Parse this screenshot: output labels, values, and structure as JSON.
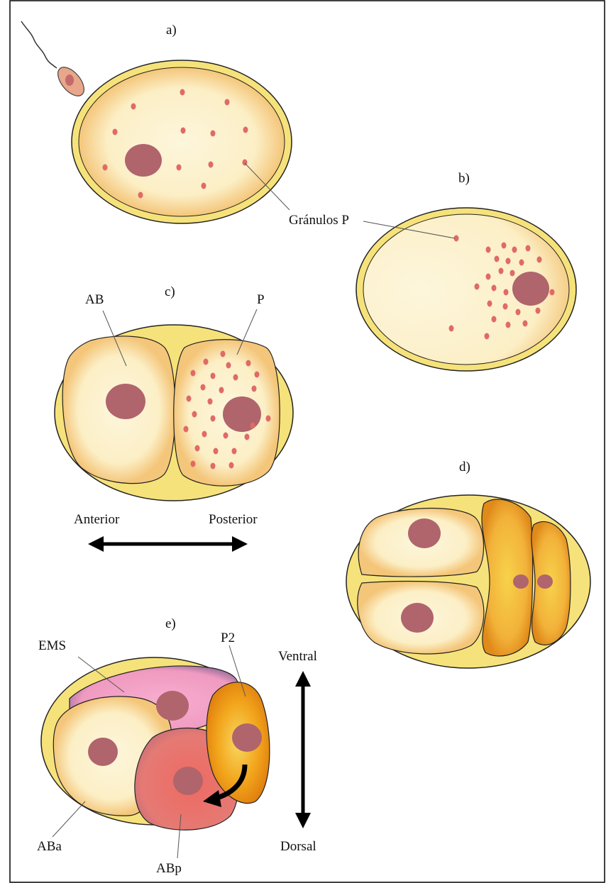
{
  "panels": {
    "a": {
      "label": "a)"
    },
    "b": {
      "label": "b)",
      "granules_label": "Gránulos P"
    },
    "c": {
      "label": "c)",
      "cell_left": "AB",
      "cell_right": "P",
      "axis_left": "Anterior",
      "axis_right": "Posterior"
    },
    "d": {
      "label": "d)"
    },
    "e": {
      "label": "e)",
      "cell_ems": "EMS",
      "cell_p2": "P2",
      "cell_aba": "ABa",
      "cell_abp": "ABp",
      "axis_top": "Ventral",
      "axis_bottom": "Dorsal"
    }
  },
  "colors": {
    "eggshell": "#f6e27a",
    "cytoplasm": "#fdf6dc",
    "cortex": "#f4c67a",
    "nucleus": "#b0646c",
    "granule": "#e06a66",
    "ems": "#f4a3c8",
    "ems_dark": "#9a6f9c",
    "abp": "#e86a6a",
    "p2": "#f2a51c",
    "arrow": "#000000"
  },
  "icons": [
    "sperm-icon",
    "double-arrow-icon",
    "curved-arrow-icon"
  ]
}
